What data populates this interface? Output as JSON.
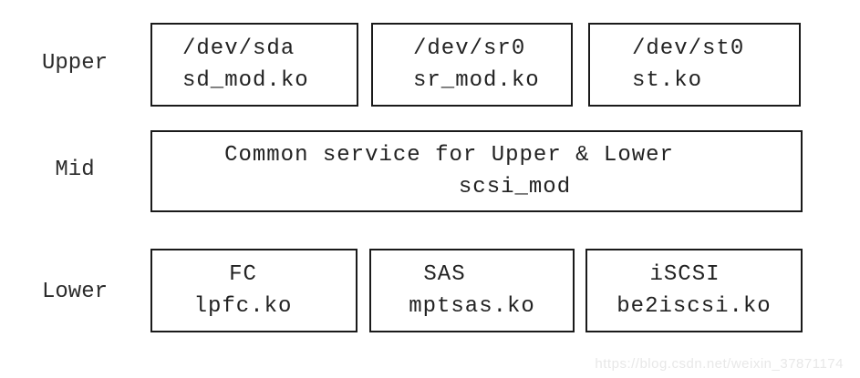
{
  "diagram": {
    "description": "Linux SCSI subsystem three-layer driver diagram",
    "layers": [
      {
        "label": "Upper",
        "boxes": [
          {
            "lines": [
              "/dev/sda",
              "sd_mod.ko"
            ]
          },
          {
            "lines": [
              "/dev/sr0",
              "sr_mod.ko"
            ]
          },
          {
            "lines": [
              "/dev/st0",
              "st.ko"
            ]
          }
        ]
      },
      {
        "label": "Mid",
        "boxes": [
          {
            "lines": [
              "Common service for Upper & Lower",
              "scsi_mod"
            ]
          }
        ]
      },
      {
        "label": "Lower",
        "boxes": [
          {
            "lines": [
              "FC",
              "lpfc.ko"
            ]
          },
          {
            "lines": [
              "SAS",
              "mptsas.ko"
            ]
          },
          {
            "lines": [
              "iSCSI",
              "be2iscsi.ko"
            ]
          }
        ]
      }
    ]
  },
  "watermark": {
    "text": "https://blog.csdn.net/weixin_37871174",
    "color": "#e8e8e8"
  },
  "colors": {
    "background": "#ffffff",
    "box_border": "#1a1a1a",
    "text": "#222222"
  }
}
